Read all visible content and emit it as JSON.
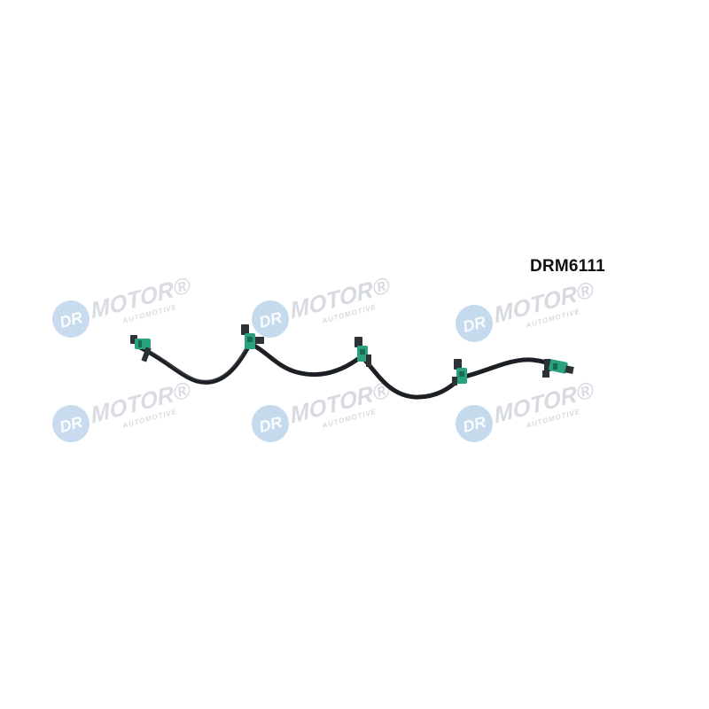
{
  "product": {
    "part_number": "DRM6111"
  },
  "watermark": {
    "badge_text": "DR",
    "brand": "MOTOR",
    "tagline": "AUTOMOTIVE",
    "registered_mark": "®"
  },
  "colors": {
    "background": "#ffffff",
    "hose": "#1c2024",
    "connector": "#2aa27e",
    "connector_dark": "#166b52",
    "clip": "#2d3238",
    "watermark_blue": "#8ab4dc",
    "watermark_grey": "#c9ced6"
  },
  "icons": [
    "fuel-leak-off-hose-icon",
    "hose-connector-icon"
  ]
}
